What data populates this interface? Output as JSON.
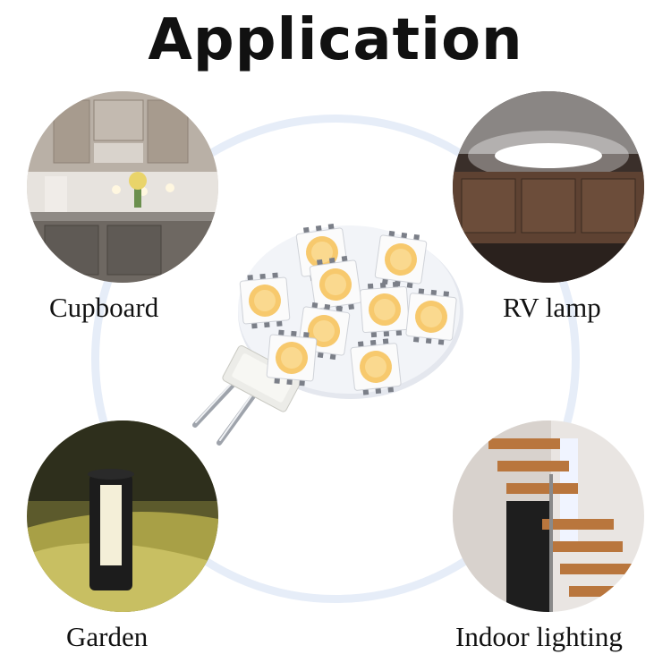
{
  "title": "Application",
  "applications": [
    {
      "label": "Cupboard"
    },
    {
      "label": "RV lamp"
    },
    {
      "label": "Garden"
    },
    {
      "label": "Indoor lighting"
    }
  ],
  "colors": {
    "ring": "#e6edf8",
    "led_yellow": "#f7c96d",
    "board": "#f2f4f8"
  }
}
